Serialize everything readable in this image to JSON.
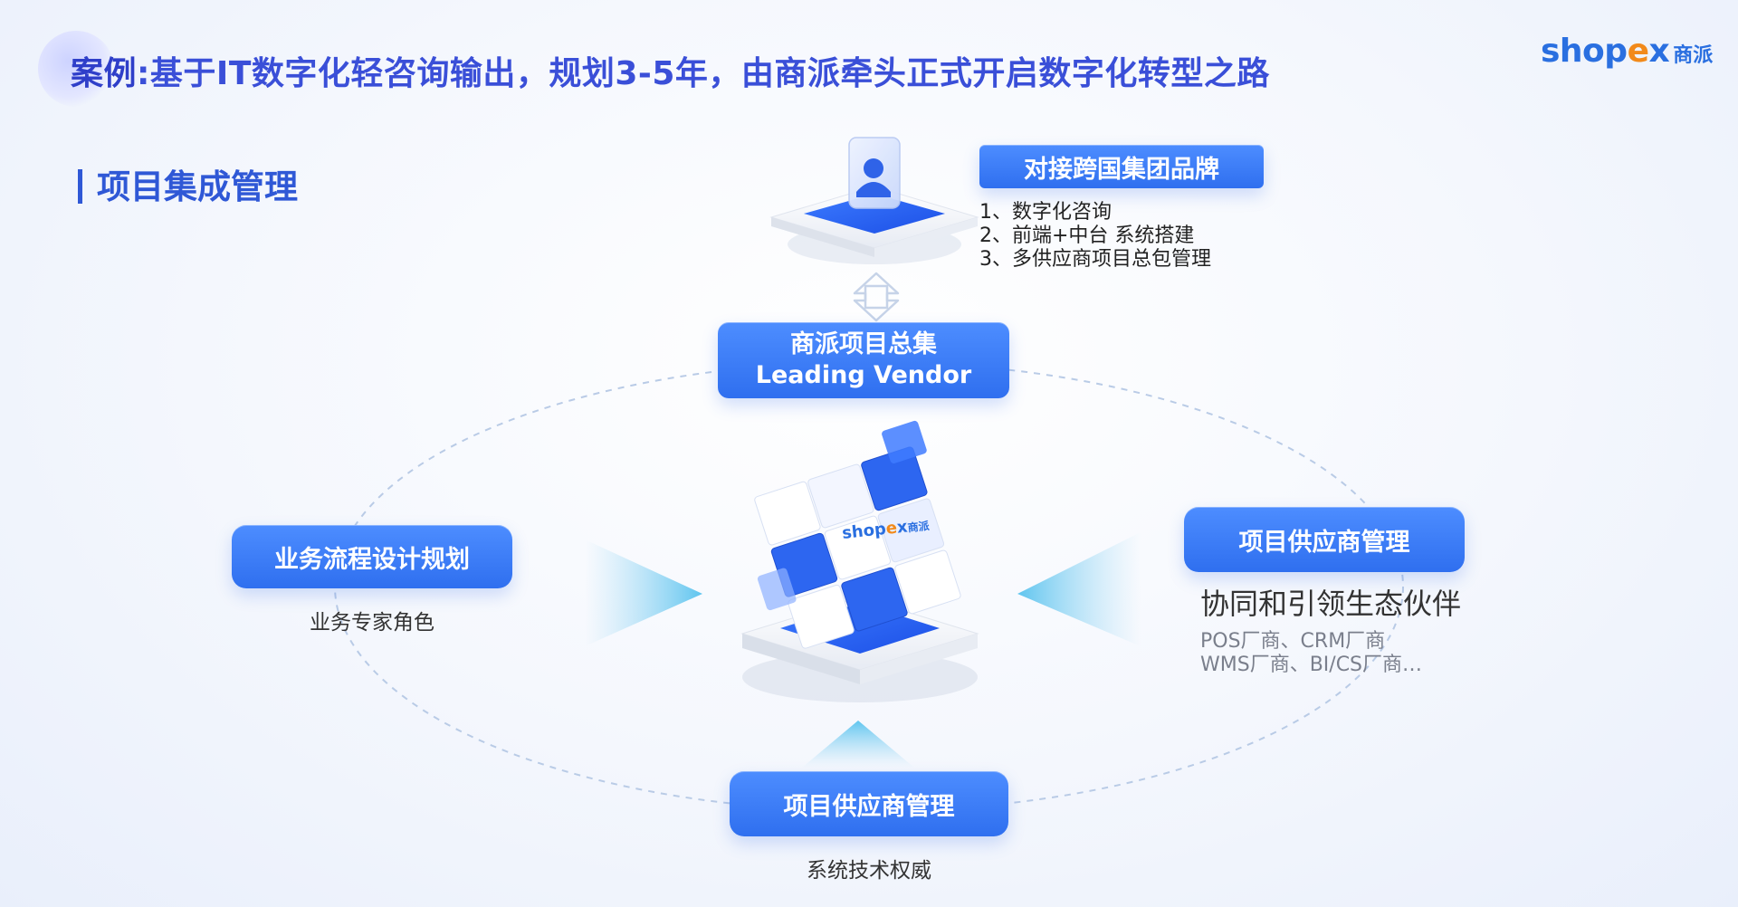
{
  "header": {
    "lead": "案例",
    "colon": ":",
    "title": "基于IT数字化轻咨询输出，规划3-5年，由商派牵头正式开启数字化转型之路"
  },
  "logo": {
    "word_a": "shop",
    "word_x": "e",
    "word_b": "x",
    "cn": "商派"
  },
  "section": {
    "title": "项目集成管理"
  },
  "brand": {
    "label": "对接跨国集团品牌",
    "items": [
      "1、数字化咨询",
      "2、前端+中台 系统搭建",
      "3、多供应商项目总包管理"
    ]
  },
  "center": {
    "line1": "商派项目总集",
    "line2": "Leading Vendor"
  },
  "left": {
    "label": "业务流程设计规划",
    "caption": "业务专家角色"
  },
  "right": {
    "label": "项目供应商管理",
    "subtitle": "协同和引领生态伙伴",
    "vendors": [
      "POS厂商、CRM厂商",
      "WMS厂商、BI/CS厂商…"
    ]
  },
  "bottom": {
    "label": "项目供应商管理",
    "caption": "系统技术权威"
  },
  "cube_logo": {
    "word_a": "shop",
    "word_x": "e",
    "word_b": "x",
    "cn": "商派"
  },
  "colors": {
    "accent": "#2f6fef",
    "title": "#3a4fd8",
    "logo_orange": "#f28a1a"
  },
  "icons": {
    "person": "user-card-icon",
    "arrows": "updown-arrow-icon",
    "cube": "cube-icon"
  }
}
